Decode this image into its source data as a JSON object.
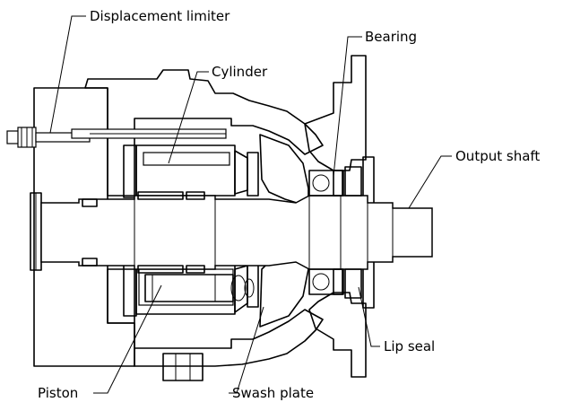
{
  "labels": {
    "displacement_limiter": "Displacement limiter",
    "cylinder": "Cylinder",
    "bearing": "Bearing",
    "output_shaft": "Output shaft",
    "lip_seal": "Lip seal",
    "piston": "Piston",
    "swash_plate": "Swash plate"
  },
  "colors": {
    "line": "#000000",
    "background": "#ffffff"
  }
}
